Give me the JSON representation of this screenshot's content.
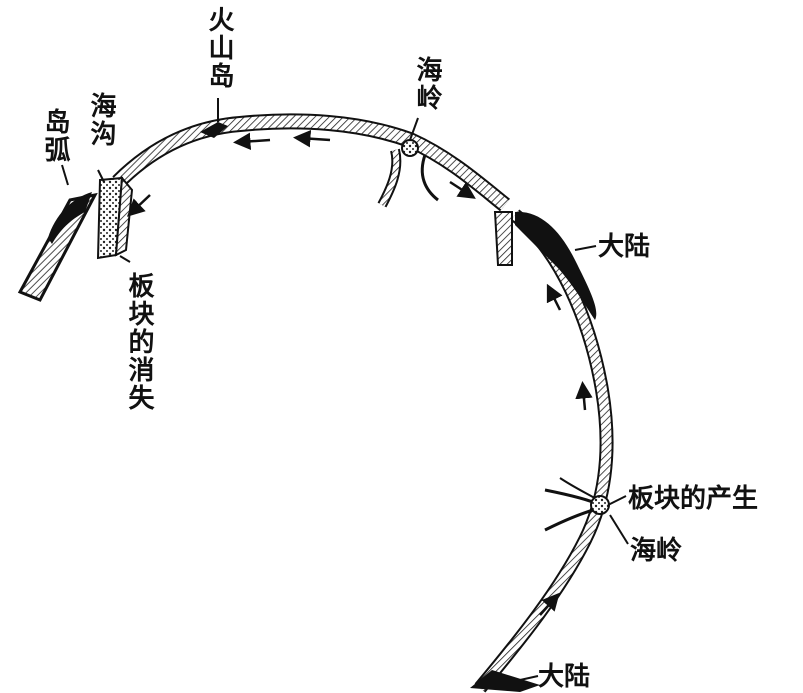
{
  "labels": {
    "island_arc": "岛弧",
    "trench": "海沟",
    "volcanic_island": "火山岛",
    "ridge_top": "海岭",
    "continent_upper": "大陆",
    "plate_disappear": "板块的消失",
    "plate_creation": "板块的产生",
    "ridge_right": "海岭",
    "continent_lower": "大陆"
  },
  "colors": {
    "ink": "#111111",
    "plate_fill": "#ffffff",
    "hatch": "#222222"
  }
}
